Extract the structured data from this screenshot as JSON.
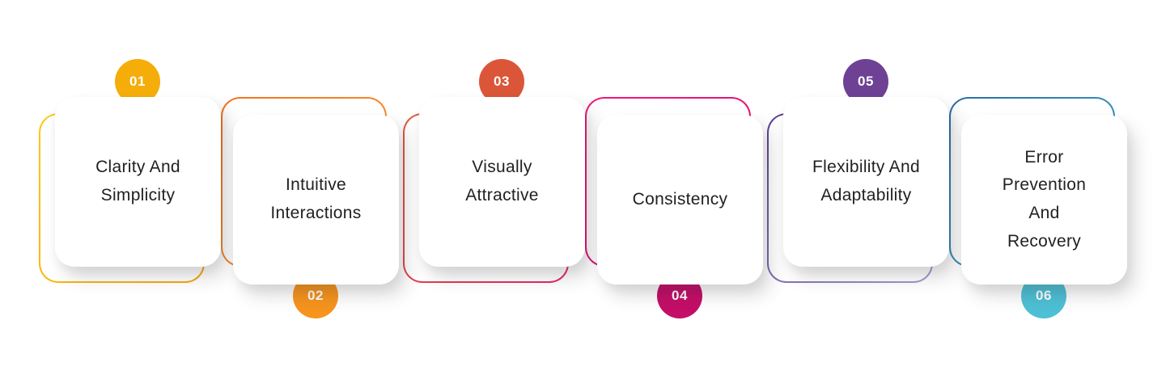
{
  "figure": {
    "background": "#ffffff",
    "text_color": "#212121"
  },
  "steps": [
    {
      "number": "01",
      "label": "Clarity And\nSimplicity",
      "badge_position": "top",
      "badge_color": "#F5AD09",
      "frame_color_from": "#FFC61A",
      "frame_color_to": "#F7A608"
    },
    {
      "number": "02",
      "label": "Intuitive\nInteractions",
      "badge_position": "bottom",
      "badge_color": "#F7941E",
      "frame_color_from": "#F4711F",
      "frame_color_to": "#F89B2E"
    },
    {
      "number": "03",
      "label": "Visually\nAttractive",
      "badge_position": "top",
      "badge_color": "#DB5638",
      "frame_color_from": "#E05A3A",
      "frame_color_to": "#E72566"
    },
    {
      "number": "04",
      "label": "Consistency",
      "badge_position": "bottom",
      "badge_color": "#C40E68",
      "frame_color_from": "#F01879",
      "frame_color_to": "#DB0F70"
    },
    {
      "number": "05",
      "label": "Flexibility And\nAdaptability",
      "badge_position": "top",
      "badge_color": "#6E4195",
      "frame_color_from": "#5C3C94",
      "frame_color_to": "#A79BD3"
    },
    {
      "number": "06",
      "label": "Error\nPrevention\nAnd\nRecovery",
      "badge_position": "bottom",
      "badge_color": "#4EC0D5",
      "frame_color_from": "#2B6CA8",
      "frame_color_to": "#3FA9CB"
    }
  ]
}
